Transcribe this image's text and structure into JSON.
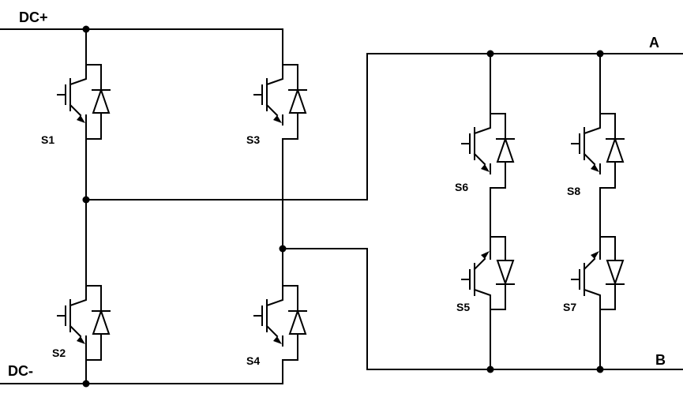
{
  "terminals": {
    "dc_plus": "DC+",
    "dc_minus": "DC-",
    "a": "A",
    "b": "B"
  },
  "switches": [
    {
      "id": "s1",
      "label": "S1",
      "symbol": "igbt-with-antiparallel-diode"
    },
    {
      "id": "s2",
      "label": "S2",
      "symbol": "igbt-with-antiparallel-diode"
    },
    {
      "id": "s3",
      "label": "S3",
      "symbol": "igbt-with-antiparallel-diode"
    },
    {
      "id": "s4",
      "label": "S4",
      "symbol": "igbt-with-antiparallel-diode"
    },
    {
      "id": "s5",
      "label": "S5",
      "symbol": "igbt-with-antiparallel-diode"
    },
    {
      "id": "s6",
      "label": "S6",
      "symbol": "igbt-with-antiparallel-diode"
    },
    {
      "id": "s7",
      "label": "S7",
      "symbol": "igbt-with-antiparallel-diode"
    },
    {
      "id": "s8",
      "label": "S8",
      "symbol": "igbt-with-antiparallel-diode"
    }
  ],
  "colors": {
    "line": "#000000",
    "background": "#ffffff"
  }
}
